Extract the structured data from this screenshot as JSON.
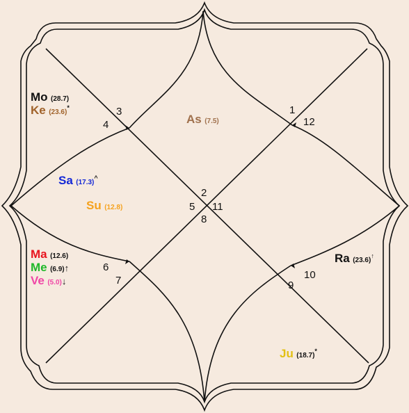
{
  "colors": {
    "background": "#f6eadf",
    "line": "#111111",
    "as": "#a0714d",
    "mo": "#111111",
    "ke": "#a0622a",
    "sa": "#1428d6",
    "su": "#f5a21e",
    "ma": "#e8141e",
    "me": "#1fb829",
    "ve": "#f046a6",
    "ra": "#111111",
    "ju": "#e2c014"
  },
  "houses": {
    "h1": "1",
    "h2": "2",
    "h3": "3",
    "h4": "4",
    "h5": "5",
    "h6": "6",
    "h7": "7",
    "h8": "8",
    "h9": "9",
    "h10": "10",
    "h11": "11",
    "h12": "12"
  },
  "planets": {
    "as": {
      "name": "As",
      "degree": "(7.5)",
      "mark": ""
    },
    "mo": {
      "name": "Mo",
      "degree": "(28.7)",
      "mark": ""
    },
    "ke": {
      "name": "Ke",
      "degree": "(23.6)",
      "mark": "*"
    },
    "sa": {
      "name": "Sa",
      "degree": "(17.3)",
      "mark": "^"
    },
    "su": {
      "name": "Su",
      "degree": "(12.8)",
      "mark": ""
    },
    "ma": {
      "name": "Ma",
      "degree": "(12.6)",
      "mark": ""
    },
    "me": {
      "name": "Me",
      "degree": "(6.9)",
      "mark": "↑"
    },
    "ve": {
      "name": "Ve",
      "degree": "(5.0)",
      "mark": "↓"
    },
    "ra": {
      "name": "Ra",
      "degree": "(23.6)",
      "mark": "↑"
    },
    "ju": {
      "name": "Ju",
      "degree": "(18.7)",
      "mark": "*"
    }
  }
}
